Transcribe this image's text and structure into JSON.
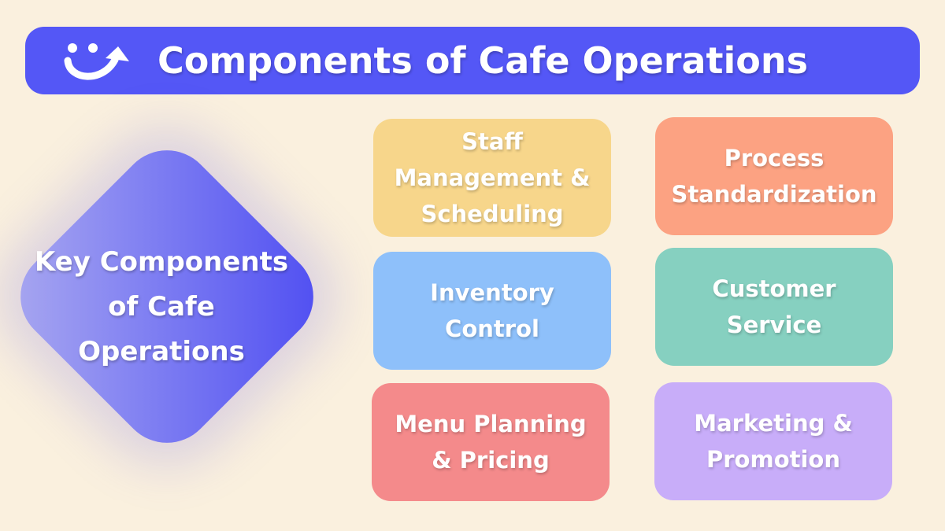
{
  "header": {
    "title": "Components of Cafe Operations",
    "logo_icon": "smile-arrow-icon",
    "background_color": "#5457f6"
  },
  "center": {
    "label": "Key Components of Cafe Operations"
  },
  "components": [
    {
      "label": "Staff Management & Scheduling",
      "color": "#f7d68b"
    },
    {
      "label": "Process Standardization",
      "color": "#fca282"
    },
    {
      "label": "Inventory Control",
      "color": "#8ec0fa"
    },
    {
      "label": "Customer Service",
      "color": "#86d0c0"
    },
    {
      "label": "Menu Planning & Pricing",
      "color": "#f48a8b"
    },
    {
      "label": "Marketing & Promotion",
      "color": "#c8adf9"
    }
  ]
}
